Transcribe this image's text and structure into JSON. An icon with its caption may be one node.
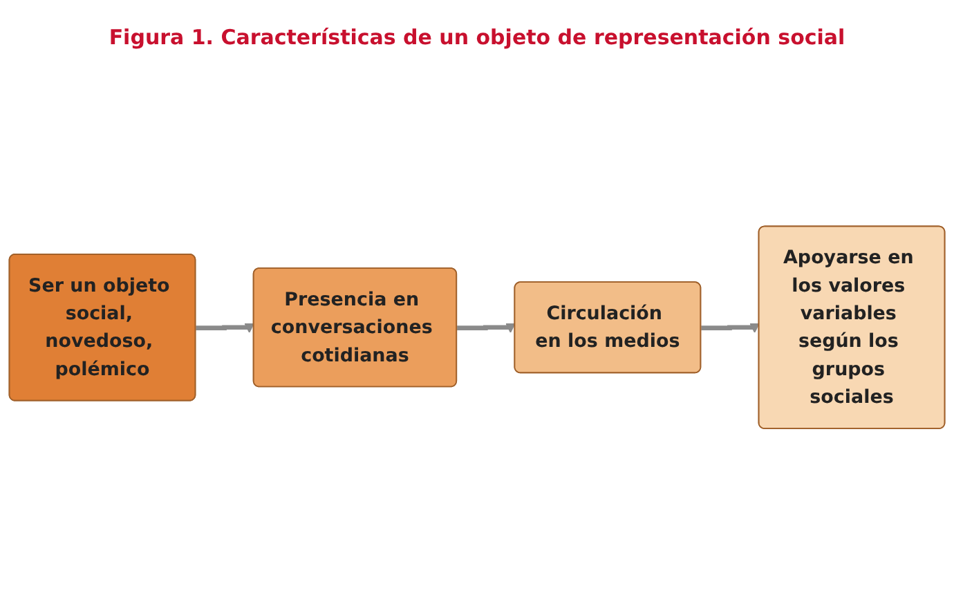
{
  "diagram": {
    "title": "Figura 1. Características de un objeto de representación social",
    "nodes": [
      {
        "text": [
          "Ser un objeto social, novedoso, polémico"
        ]
      },
      {
        "text": [
          "Presencia en conversaciones cotidianas"
        ]
      },
      {
        "text": [
          "Circulación en los medios"
        ]
      },
      {
        "text": [
          "Apoyarse en los valores variables según los grupos sociales"
        ]
      }
    ],
    "edges": [
      {
        "from": 0,
        "to": 1,
        "arrow": "to"
      },
      {
        "from": 1,
        "to": 2,
        "arrow": "to"
      },
      {
        "from": 2,
        "to": 3,
        "arrow": "to"
      }
    ]
  }
}
